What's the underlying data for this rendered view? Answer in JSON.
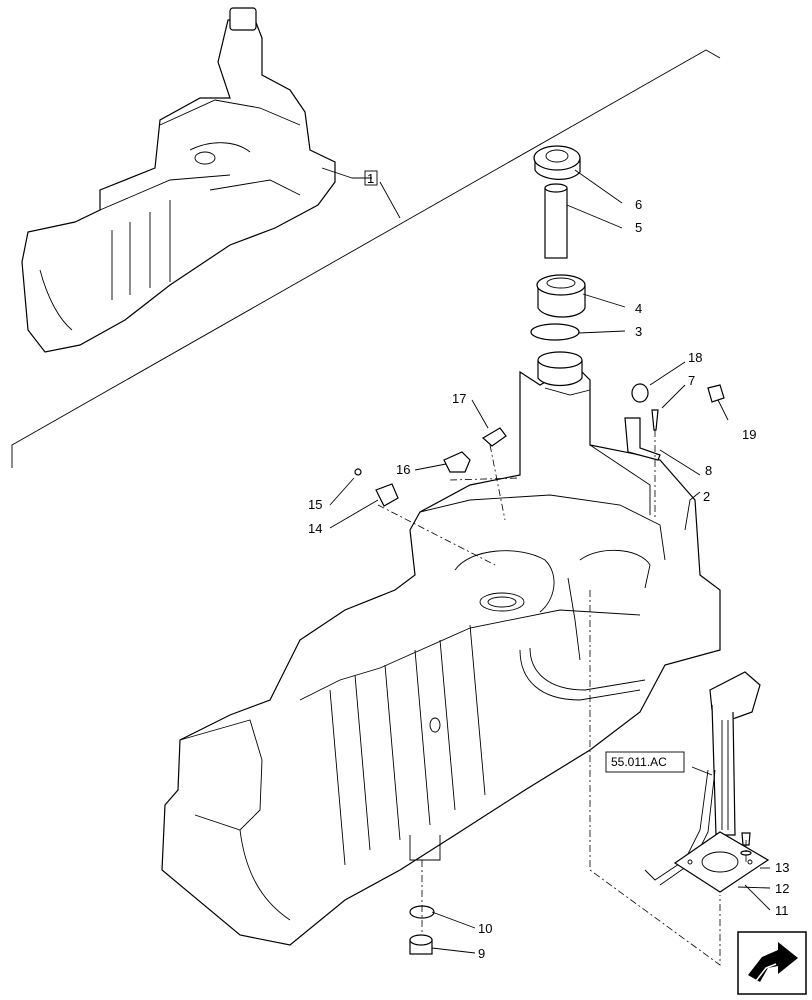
{
  "callouts": [
    "1",
    "2",
    "3",
    "4",
    "5",
    "6",
    "7",
    "8",
    "9",
    "10",
    "11",
    "12",
    "13",
    "14",
    "15",
    "16",
    "17",
    "18",
    "19"
  ],
  "reference_label": "55.011.AC",
  "icons": {
    "nav": "next-page-arrow-icon"
  }
}
